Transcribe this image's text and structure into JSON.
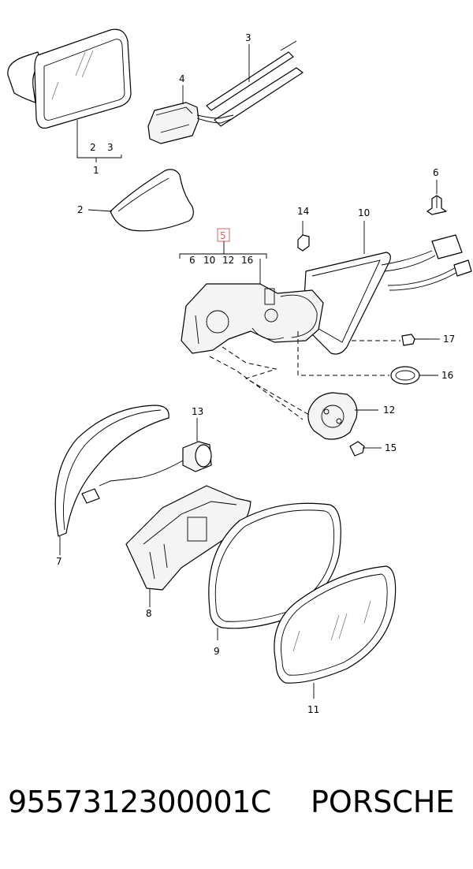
{
  "diagram": {
    "group_1": {
      "sub_labels": [
        "2",
        "3"
      ],
      "label": "1"
    },
    "group_5": {
      "label": "5",
      "sub_labels": [
        "6",
        "10",
        "12",
        "16"
      ]
    },
    "callouts": {
      "c2": "2",
      "c3": "3",
      "c4": "4",
      "c6": "6",
      "c7": "7",
      "c8": "8",
      "c9": "9",
      "c10": "10",
      "c11": "11",
      "c12": "12",
      "c13": "13",
      "c14": "14",
      "c15": "15",
      "c16": "16",
      "c17": "17"
    },
    "highlight_color": "#e06060"
  },
  "footer": {
    "part_number": "9557312300001C",
    "brand": "PORSCHE"
  }
}
